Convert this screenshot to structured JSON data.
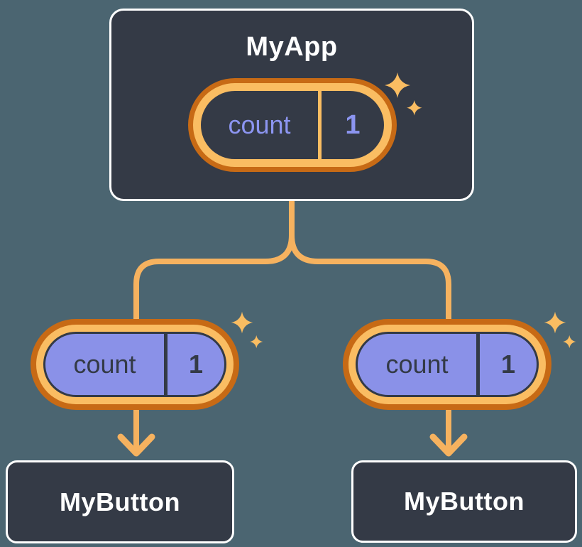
{
  "colors": {
    "page_bg": "#4B6571",
    "node_fill": "#343A46",
    "node_border": "#FFFFFF",
    "line_orange": "#F6B25F",
    "ring_dark": "#C76A15",
    "ring_light": "#FABD62",
    "state_purple": "#8A91E8",
    "text_dark": "#333A46",
    "text_purple": "#8C95F1",
    "text_white": "#FFFFFF"
  },
  "tree": {
    "root": {
      "title": "MyApp",
      "state": {
        "label": "count",
        "value": "1"
      }
    },
    "children": [
      {
        "title": "MyButton",
        "prop": {
          "label": "count",
          "value": "1"
        }
      },
      {
        "title": "MyButton",
        "prop": {
          "label": "count",
          "value": "1"
        }
      }
    ]
  }
}
